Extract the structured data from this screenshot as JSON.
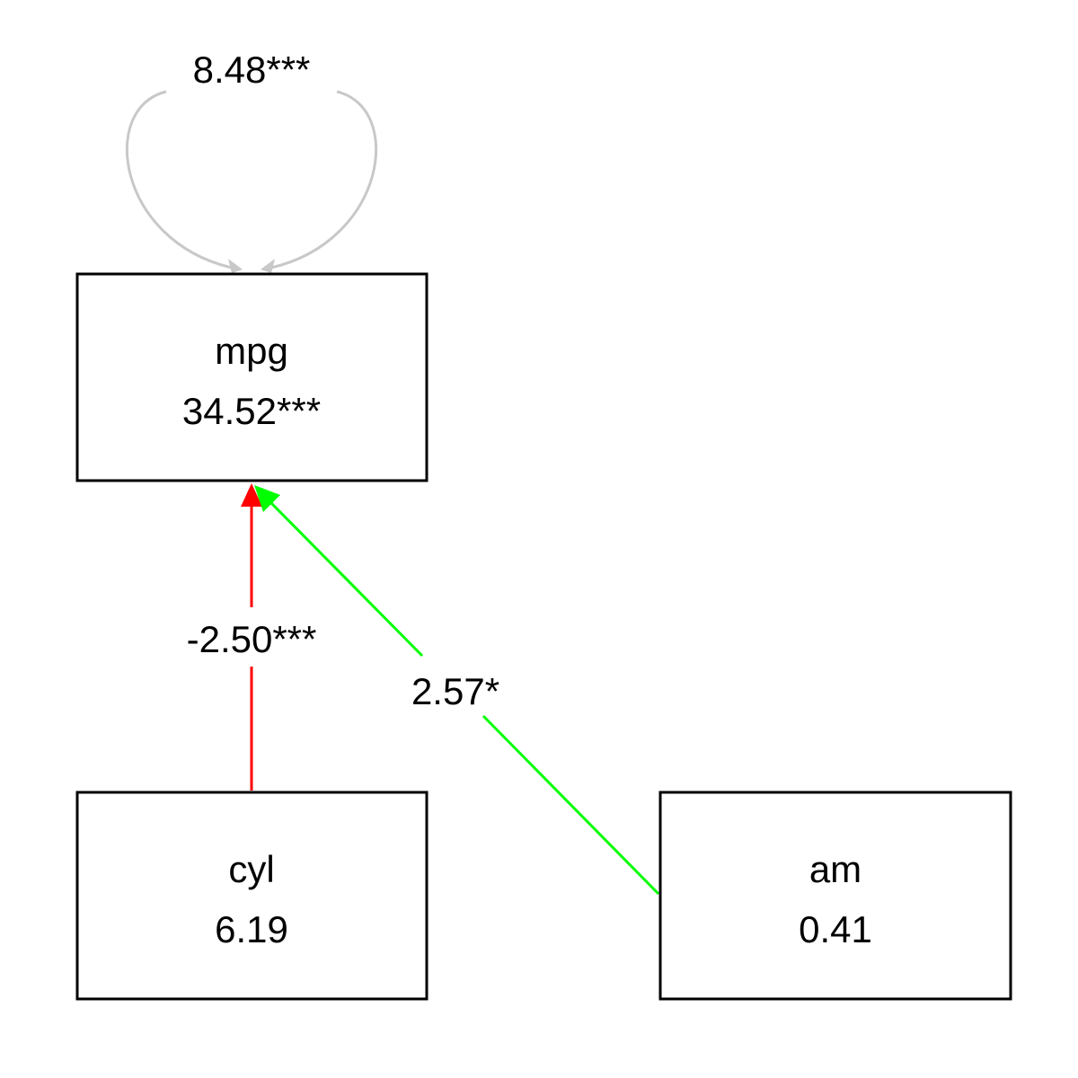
{
  "nodes": {
    "mpg": {
      "name": "mpg",
      "value": "34.52***"
    },
    "cyl": {
      "name": "cyl",
      "value": "6.19"
    },
    "am": {
      "name": "am",
      "value": "0.41"
    }
  },
  "edges": {
    "mpg_self": {
      "label": "8.48***",
      "color": "#c8c8c8"
    },
    "cyl_mpg": {
      "label": "-2.50***",
      "color": "#ff0000"
    },
    "am_mpg": {
      "label": "2.57*",
      "color": "#00ff00"
    }
  }
}
